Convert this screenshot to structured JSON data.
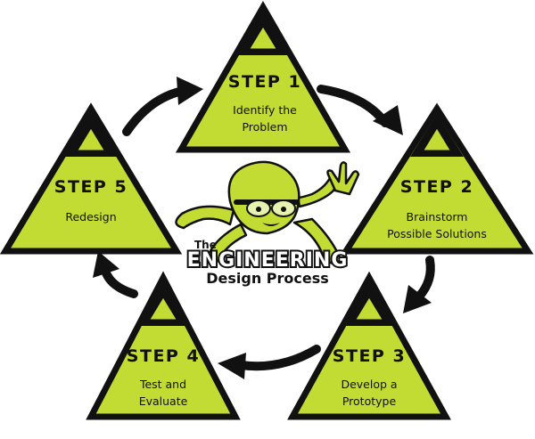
{
  "colors": {
    "triangle_fill": "#c3dc33",
    "outline": "#111111",
    "background": "#ffffff"
  },
  "steps": [
    {
      "title": "STEP 1",
      "lines": [
        "Identify the",
        "Problem"
      ]
    },
    {
      "title": "STEP 2",
      "lines": [
        "Brainstorm",
        "Possible Solutions"
      ]
    },
    {
      "title": "STEP 3",
      "lines": [
        "Develop a",
        "Prototype"
      ]
    },
    {
      "title": "STEP 4",
      "lines": [
        "Test and",
        "Evaluate"
      ]
    },
    {
      "title": "STEP 5",
      "lines": [
        "Redesign"
      ]
    }
  ],
  "logo": {
    "the": "The",
    "engineering": "ENGINEERING",
    "design_process": "Design Process",
    "mascot": "octopus-mascot-with-goggles"
  },
  "cycle_direction": "clockwise"
}
